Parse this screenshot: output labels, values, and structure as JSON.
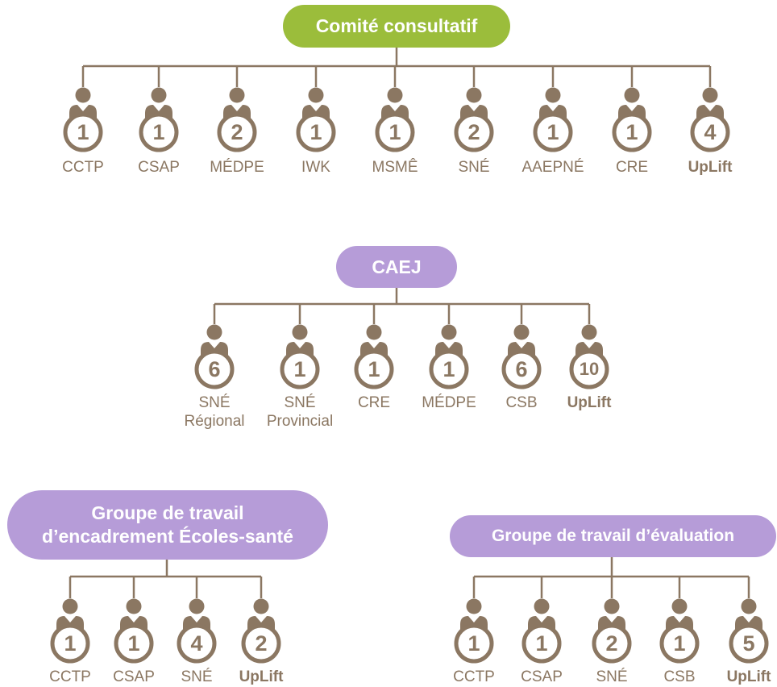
{
  "colors": {
    "brown": "#8b7762",
    "green": "#9bbd3b",
    "purple": "#b69cd8"
  },
  "groups": [
    {
      "title": "Comité consultatif",
      "color": "green",
      "members": [
        {
          "count": "1",
          "label": "CCTP"
        },
        {
          "count": "1",
          "label": "CSAP"
        },
        {
          "count": "2",
          "label": "MÉDPE"
        },
        {
          "count": "1",
          "label": "IWK"
        },
        {
          "count": "1",
          "label": "MSMÊ"
        },
        {
          "count": "2",
          "label": "SNÉ"
        },
        {
          "count": "1",
          "label": "AAEPNÉ"
        },
        {
          "count": "1",
          "label": "CRE"
        },
        {
          "count": "4",
          "label": "UpLift",
          "bold": true
        }
      ]
    },
    {
      "title": "CAEJ",
      "color": "purple",
      "members": [
        {
          "count": "6",
          "label": "SNÉ\nRégional"
        },
        {
          "count": "1",
          "label": "SNÉ\nProvincial"
        },
        {
          "count": "1",
          "label": "CRE"
        },
        {
          "count": "1",
          "label": "MÉDPE"
        },
        {
          "count": "6",
          "label": "CSB"
        },
        {
          "count": "10",
          "label": "UpLift",
          "bold": true
        }
      ]
    },
    {
      "title": "Groupe de travail\nd’encadrement Écoles-santé",
      "color": "purple",
      "members": [
        {
          "count": "1",
          "label": "CCTP"
        },
        {
          "count": "1",
          "label": "CSAP"
        },
        {
          "count": "4",
          "label": "SNÉ"
        },
        {
          "count": "2",
          "label": "UpLift",
          "bold": true
        }
      ]
    },
    {
      "title": "Groupe de travail d’évaluation",
      "color": "purple",
      "members": [
        {
          "count": "1",
          "label": "CCTP"
        },
        {
          "count": "1",
          "label": "CSAP"
        },
        {
          "count": "2",
          "label": "SNÉ"
        },
        {
          "count": "1",
          "label": "CSB"
        },
        {
          "count": "5",
          "label": "UpLift",
          "bold": true
        }
      ]
    }
  ]
}
